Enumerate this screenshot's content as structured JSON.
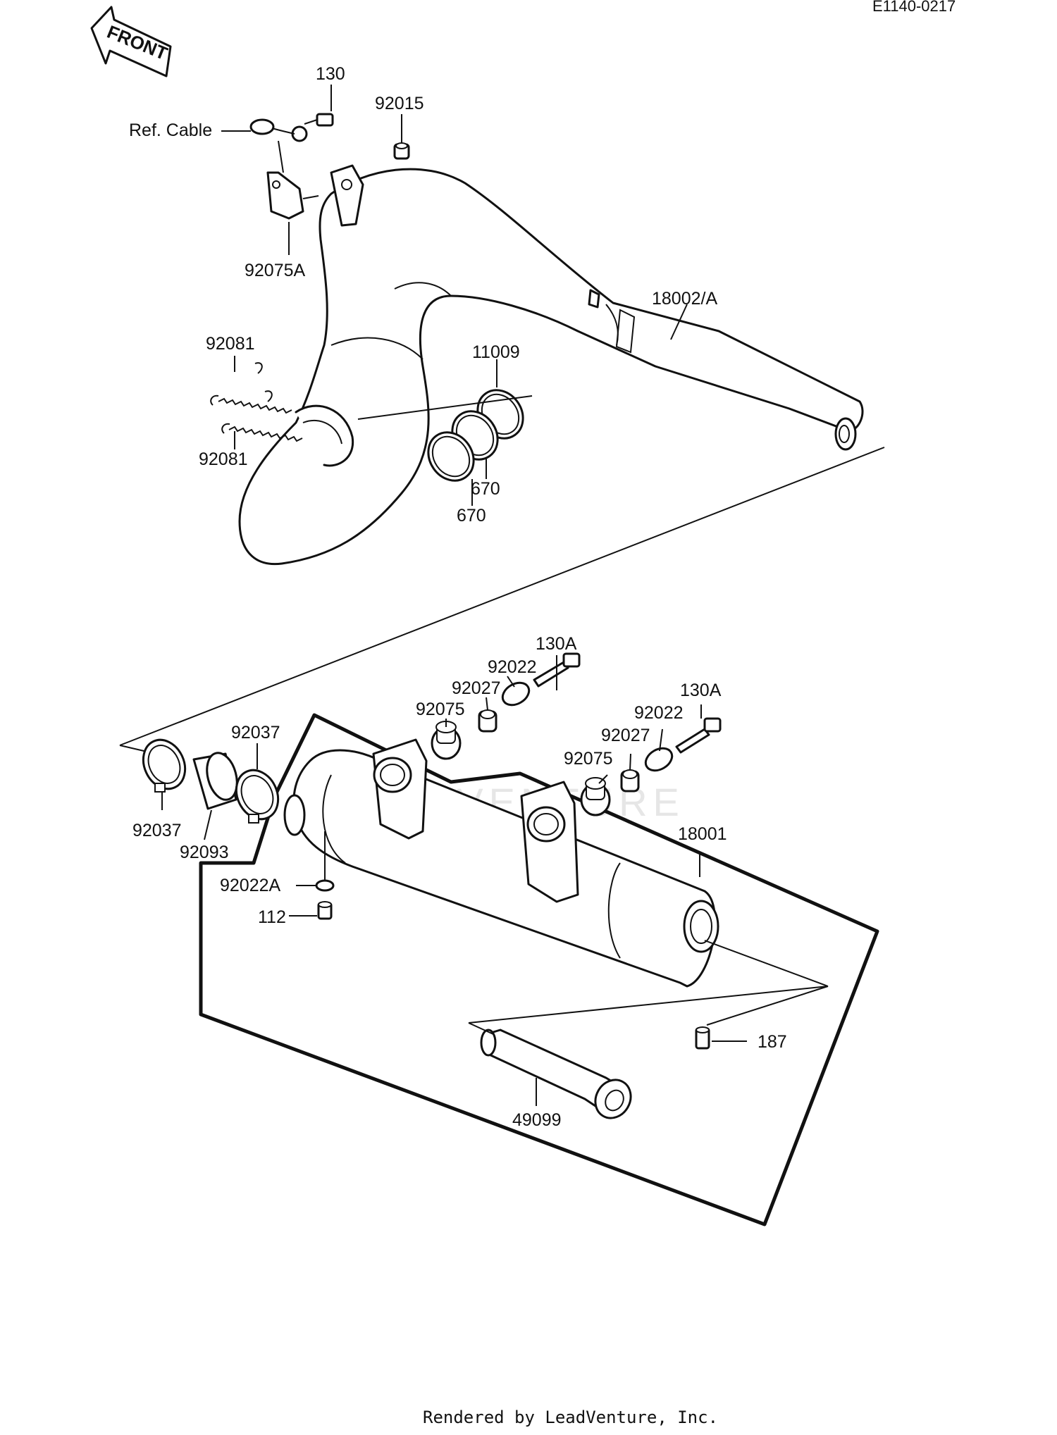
{
  "diagram_code": "E1140-0217",
  "front_label": "FRONT",
  "watermark": "LEADVENTURE",
  "footer": "Rendered by LeadVenture, Inc.",
  "labels": {
    "p130": "130",
    "p92015": "92015",
    "ref_cable": "Ref. Cable",
    "p92075A": "92075A",
    "p18002A": "18002/A",
    "p92081_top": "92081",
    "p92081_bottom": "92081",
    "p11009": "11009",
    "p670_a": "670",
    "p670_b": "670",
    "p130A_left": "130A",
    "p92022_left": "92022",
    "p92027_left": "92027",
    "p92075_left": "92075",
    "p130A_right": "130A",
    "p92022_right": "92022",
    "p92027_right": "92027",
    "p92075_right": "92075",
    "p92037_top": "92037",
    "p92037_bottom": "92037",
    "p92093": "92093",
    "p18001": "18001",
    "p92022A": "92022A",
    "p112": "112",
    "p187": "187",
    "p49099": "49099"
  }
}
